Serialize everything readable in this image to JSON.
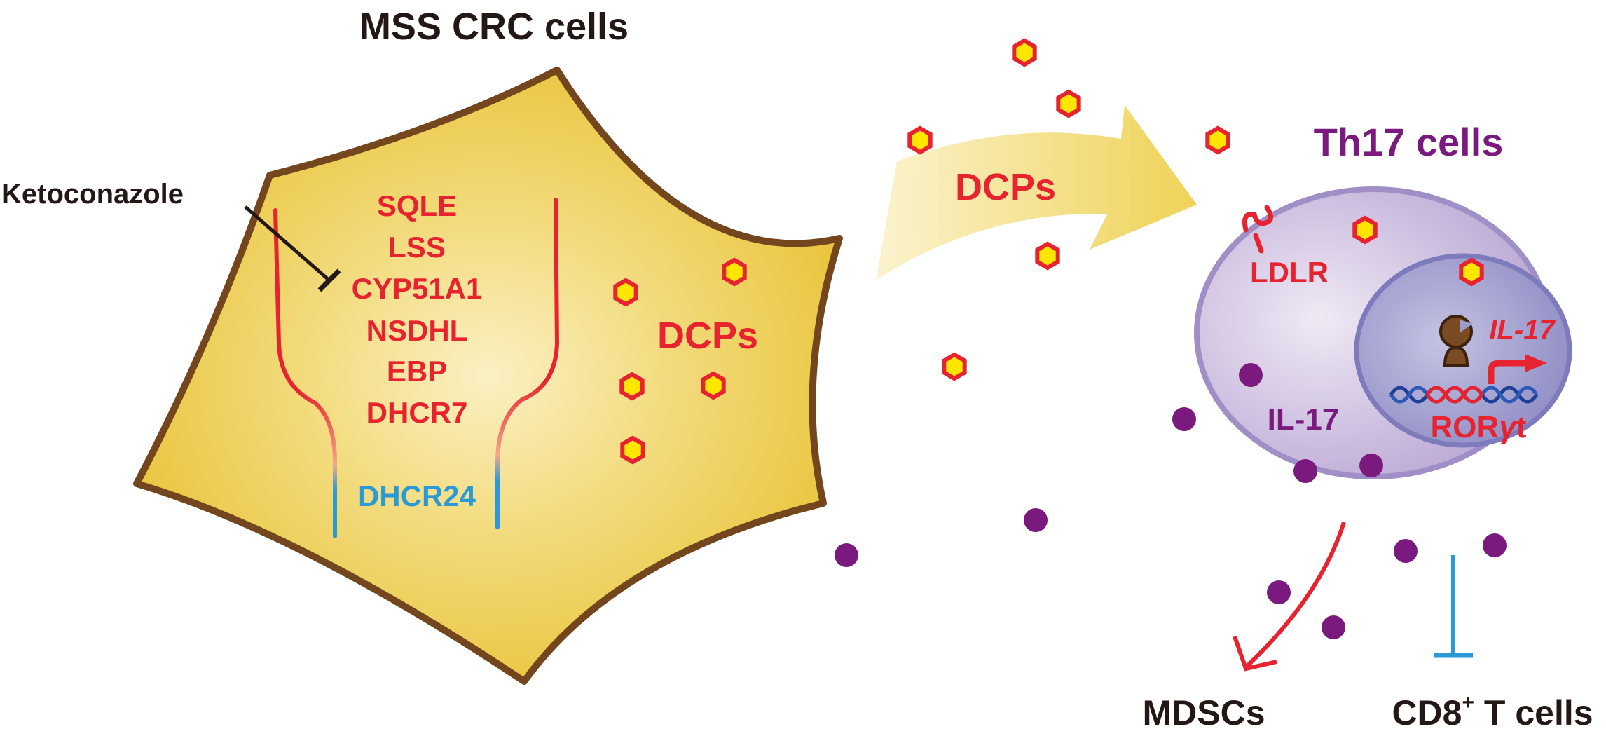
{
  "titles": {
    "crc_cells": "MSS CRC cells",
    "th17_cells": "Th17 cells"
  },
  "drug": {
    "name": "Ketoconazole",
    "target": "CYP51A1"
  },
  "genes": [
    {
      "name": "SQLE",
      "color": "#e6232e"
    },
    {
      "name": "LSS",
      "color": "#e6232e"
    },
    {
      "name": "CYP51A1",
      "color": "#e6232e"
    },
    {
      "name": "NSDHL",
      "color": "#e6232e"
    },
    {
      "name": "EBP",
      "color": "#e6232e"
    },
    {
      "name": "DHCR7",
      "color": "#e6232e"
    },
    {
      "name": "DHCR24",
      "color": "#2a9ad6"
    }
  ],
  "labels": {
    "dcps_inside": "DCPs",
    "dcps_arrow": "DCPs",
    "ldlr": "LDLR",
    "il17_protein": "IL-17",
    "il17_gene": "IL-17",
    "ror_prefix": "ROR",
    "ror_greek": "γ",
    "ror_suffix": "t"
  },
  "outputs": {
    "mdscs": "MDSCs",
    "cd8_prefix": "CD8",
    "cd8_sup": "+",
    "cd8_suffix": " T cells"
  },
  "colors": {
    "cell_fill": "#f0cf4c",
    "cell_stroke": "#74461d",
    "red": "#e6232e",
    "blue": "#2a9ad6",
    "purple": "#7b1a7e",
    "th17_fill": "#c6b4db",
    "nucleus_fill": "#9c9bcc",
    "dcp_fill": "#ffe500",
    "arrow_yellow": "#f2d765"
  }
}
